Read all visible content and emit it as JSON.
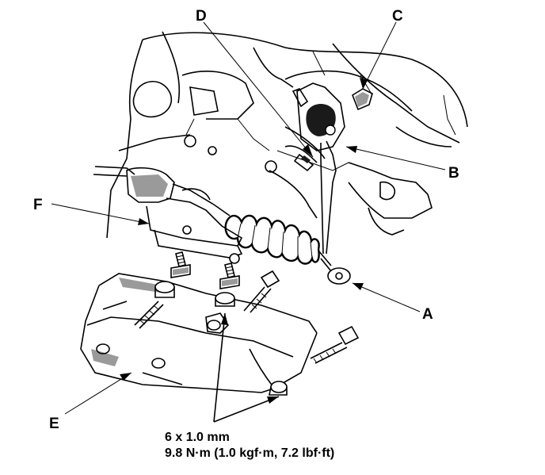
{
  "callouts": {
    "a": "A",
    "b": "B",
    "c": "C",
    "d": "D",
    "e": "E",
    "f": "F"
  },
  "spec": {
    "size": "6 x 1.0 mm",
    "torque": "9.8 N·m (1.0 kgf·m, 7.2 lbf·ft)"
  },
  "colors": {
    "line": "#000000",
    "background": "#ffffff"
  }
}
